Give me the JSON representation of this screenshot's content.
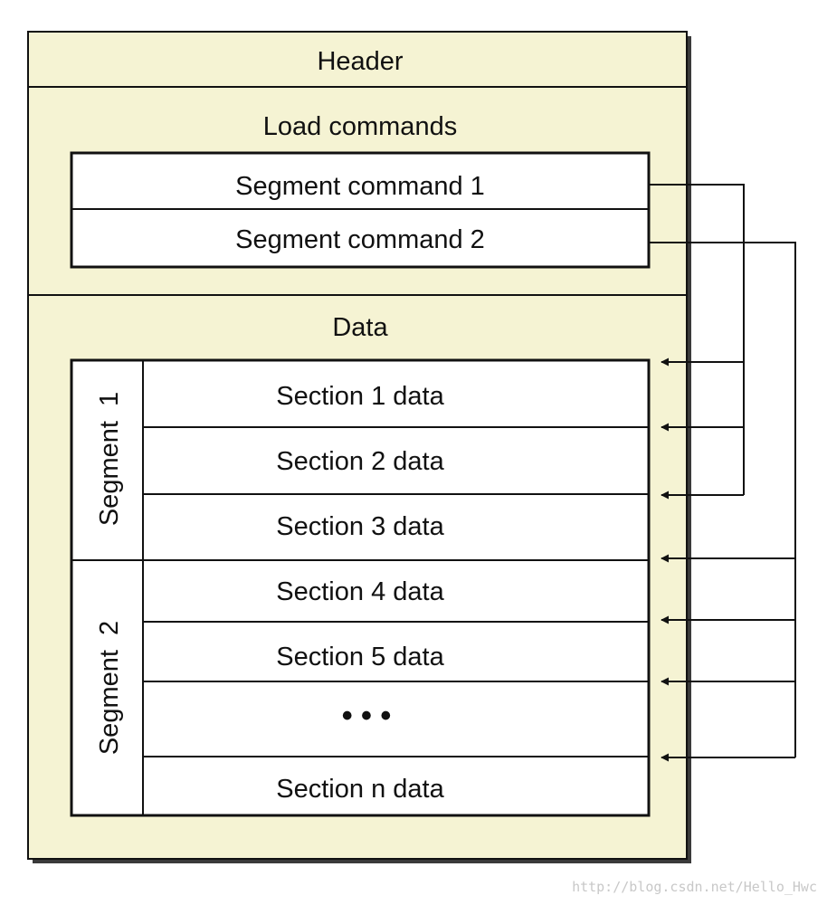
{
  "diagram": {
    "header_label": "Header",
    "load_commands_label": "Load commands",
    "segment_commands": [
      "Segment command 1",
      "Segment command 2"
    ],
    "data_label": "Data",
    "segment_labels": [
      "Segment  1",
      "Segment  2"
    ],
    "sections": [
      "Section 1 data",
      "Section 2 data",
      "Section 3 data",
      "Section 4 data",
      "Section 5 data",
      "• • •",
      "Section n data"
    ],
    "watermark": "http://blog.csdn.net/Hello_Hwc",
    "colors": {
      "fill": "#f5f3d3",
      "stroke": "#111111",
      "shadow": "#3a3a3a"
    }
  }
}
